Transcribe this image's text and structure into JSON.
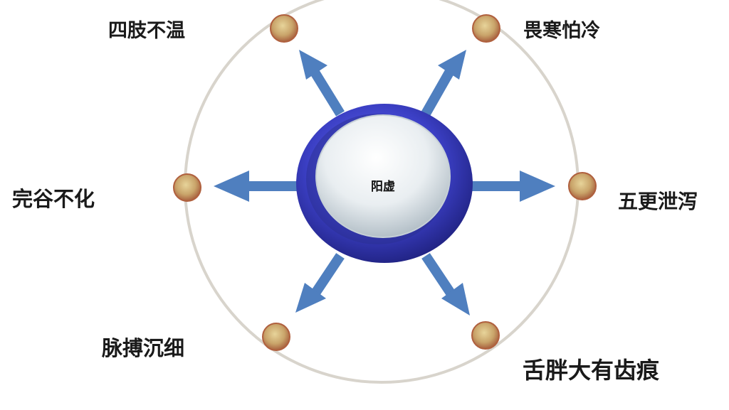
{
  "center": {
    "label": "阳虚"
  },
  "symptoms": [
    {
      "id": "top-left",
      "label": "四肢不温"
    },
    {
      "id": "top-right",
      "label": "畏寒怕冷"
    },
    {
      "id": "left",
      "label": "完谷不化"
    },
    {
      "id": "right",
      "label": "五更泄泻"
    },
    {
      "id": "bottom-left",
      "label": "脉搏沉细"
    },
    {
      "id": "bottom-right",
      "label": "舌胖大有齿痕"
    }
  ],
  "colors": {
    "arrow": "#4f7fbf",
    "node_fill": "#c9a46a",
    "node_edge": "#b0603e",
    "ring": "#d8d4cc",
    "center_ring": "#3b3fc4",
    "center_face": "#e9eef1"
  }
}
